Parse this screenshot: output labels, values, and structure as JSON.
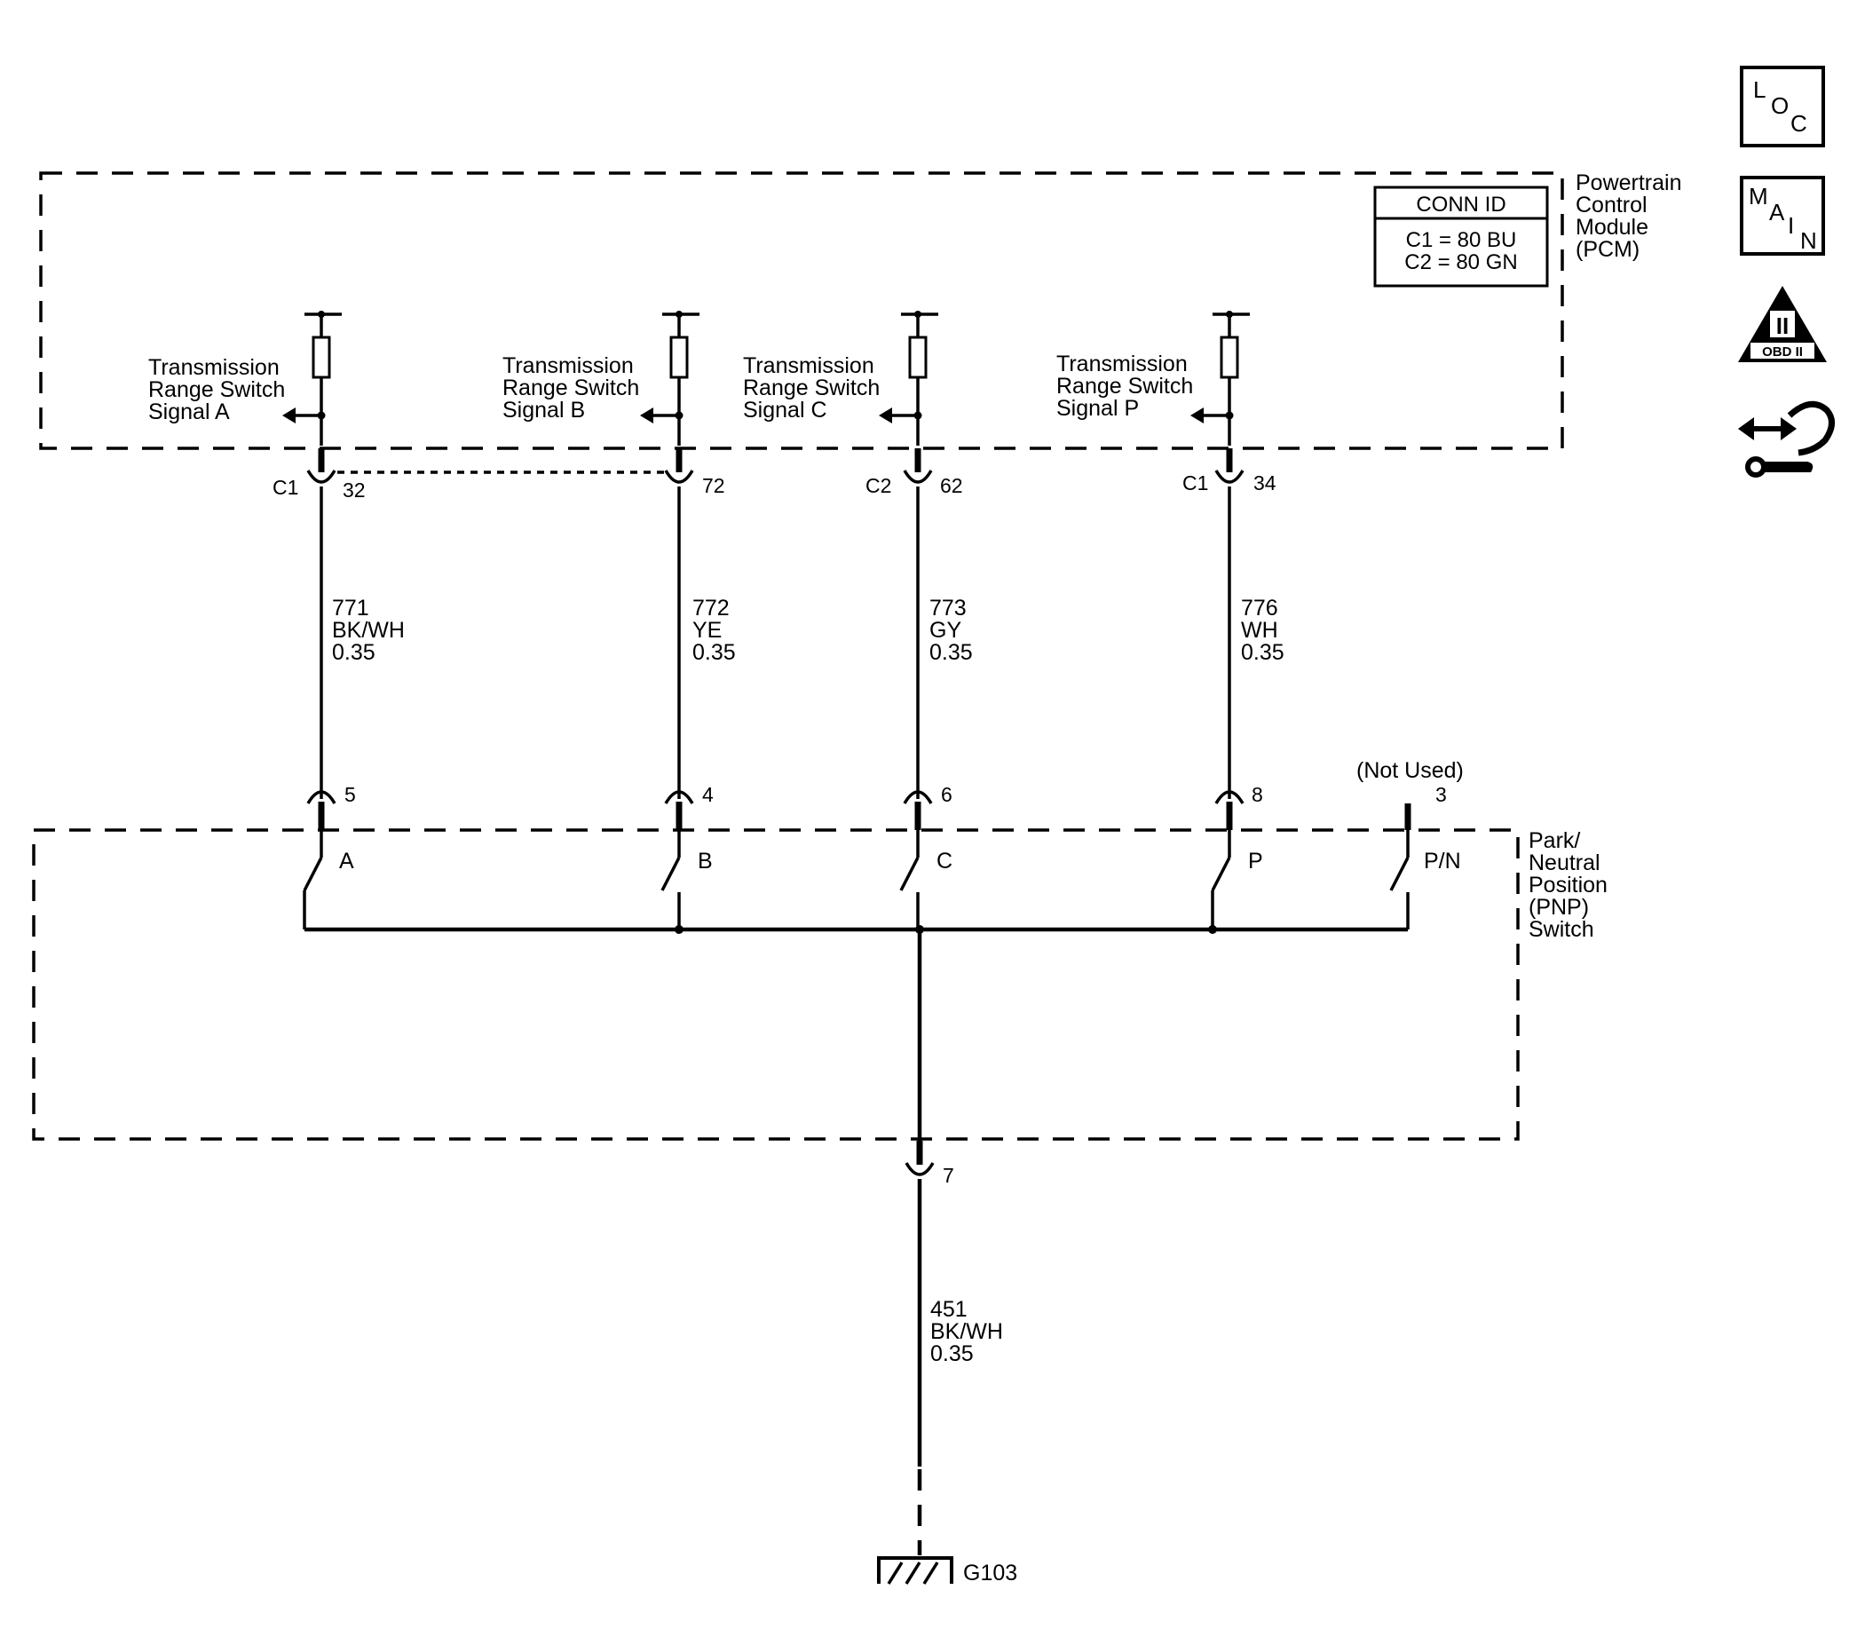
{
  "pcm": {
    "name_lines": [
      "Powertrain",
      "Control",
      "Module",
      "(PCM)"
    ],
    "conn_id": {
      "header": "CONN ID",
      "rows": [
        "C1 = 80 BU",
        "C2 = 80 GN"
      ]
    },
    "signals": [
      {
        "lines": [
          "Transmission",
          "Range Switch",
          "Signal A"
        ],
        "connector": "C1",
        "pin": "32"
      },
      {
        "lines": [
          "Transmission",
          "Range Switch",
          "Signal B"
        ],
        "connector": "",
        "pin": "72"
      },
      {
        "lines": [
          "Transmission",
          "Range Switch",
          "Signal C"
        ],
        "connector": "C2",
        "pin": "62"
      },
      {
        "lines": [
          "Transmission",
          "Range Switch",
          "Signal P"
        ],
        "connector": "C1",
        "pin": "34"
      }
    ]
  },
  "wires": [
    {
      "circuit": "771",
      "color": "BK/WH",
      "gauge": "0.35"
    },
    {
      "circuit": "772",
      "color": "YE",
      "gauge": "0.35"
    },
    {
      "circuit": "773",
      "color": "GY",
      "gauge": "0.35"
    },
    {
      "circuit": "776",
      "color": "WH",
      "gauge": "0.35"
    }
  ],
  "pnp": {
    "name_lines": [
      "Park/",
      "Neutral",
      "Position",
      "(PNP)",
      "Switch"
    ],
    "pins": [
      "5",
      "4",
      "6",
      "8"
    ],
    "switches": [
      "A",
      "B",
      "C",
      "P",
      "P/N"
    ],
    "not_used_label": "(Not Used)",
    "not_used_pin": "3",
    "ground_pin": "7"
  },
  "ground_wire": {
    "circuit": "451",
    "color": "BK/WH",
    "gauge": "0.35"
  },
  "ground": {
    "label": "G103"
  },
  "side_icons": [
    {
      "name": "loc",
      "letters": [
        "L",
        "O",
        "C"
      ]
    },
    {
      "name": "main",
      "letters": [
        "M",
        "A",
        "I",
        "N"
      ]
    },
    {
      "name": "obd2",
      "text": "OBD II"
    },
    {
      "name": "connector-hand"
    }
  ]
}
